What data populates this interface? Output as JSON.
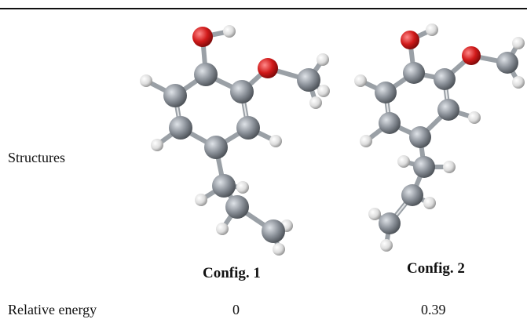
{
  "table": {
    "rows": [
      {
        "label": "Structures"
      },
      {
        "label": "Relative energy",
        "values": [
          "0",
          "0.39"
        ]
      }
    ],
    "configs": [
      {
        "caption": "Config. 1"
      },
      {
        "caption": "Config. 2"
      }
    ]
  },
  "colors": {
    "carbon": "#8a9098",
    "oxygen": "#d11a1a",
    "hydrogen": "#e6e6e6",
    "rule": "#111111"
  }
}
